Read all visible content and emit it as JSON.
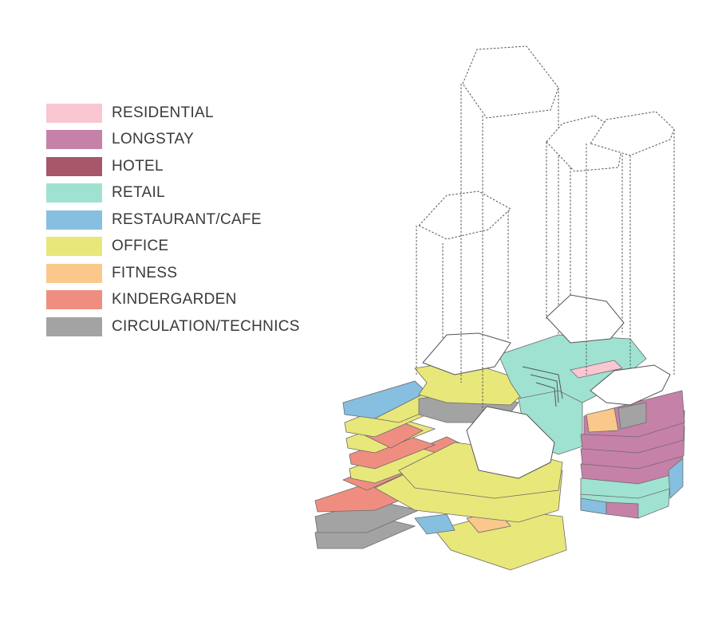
{
  "legend": [
    {
      "key": "residential",
      "label": "RESIDENTIAL",
      "color": "#f9c6d2"
    },
    {
      "key": "longstay",
      "label": "LONGSTAY",
      "color": "#c681a8"
    },
    {
      "key": "hotel",
      "label": "HOTEL",
      "color": "#a85669"
    },
    {
      "key": "retail",
      "label": "RETAIL",
      "color": "#9fe2d2"
    },
    {
      "key": "restaurant",
      "label": "RESTAURANT/CAFE",
      "color": "#86bfdf"
    },
    {
      "key": "office",
      "label": "OFFICE",
      "color": "#e8e77a"
    },
    {
      "key": "fitness",
      "label": "FITNESS",
      "color": "#f9c88a"
    },
    {
      "key": "kindergarden",
      "label": "KINDERGARDEN",
      "color": "#ef8e80"
    },
    {
      "key": "circulation",
      "label": "CIRCULATION/TECHNICS",
      "color": "#a3a3a3"
    }
  ]
}
